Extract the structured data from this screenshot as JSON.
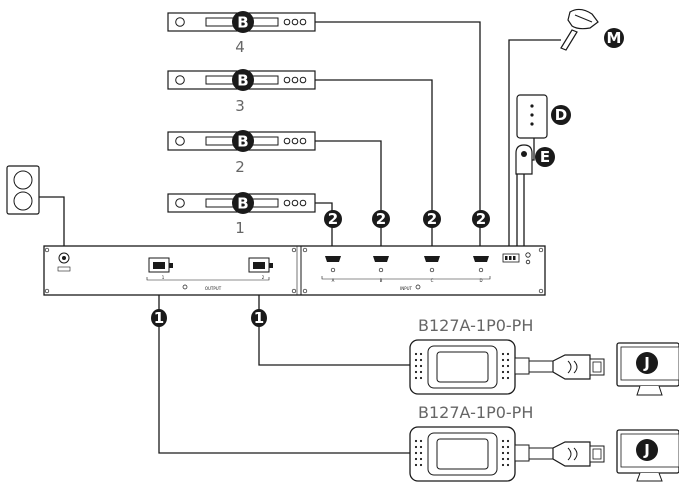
{
  "sources": [
    {
      "number": "4",
      "badge": "B"
    },
    {
      "number": "3",
      "badge": "B"
    },
    {
      "number": "2",
      "badge": "B"
    },
    {
      "number": "1",
      "badge": "B"
    }
  ],
  "cable_badges": {
    "hdmi": "2",
    "rj45": "1"
  },
  "side_badges": {
    "scanner": "M",
    "remote": "D",
    "button": "E"
  },
  "extenders": [
    {
      "model": "B127A-1P0-PH",
      "display_badge": "J"
    },
    {
      "model": "B127A-1P0-PH",
      "display_badge": "J"
    }
  ],
  "switch": {
    "output_label": "OUTPUT",
    "input_label": "INPUT",
    "output_port_labels": [
      "1",
      "2"
    ],
    "input_port_labels": [
      "A",
      "B",
      "C",
      "D"
    ]
  },
  "colors": {
    "line": "#1a1a1a",
    "badge": "#1a1a1a",
    "label": "#666666",
    "fill": "#ffffff"
  }
}
